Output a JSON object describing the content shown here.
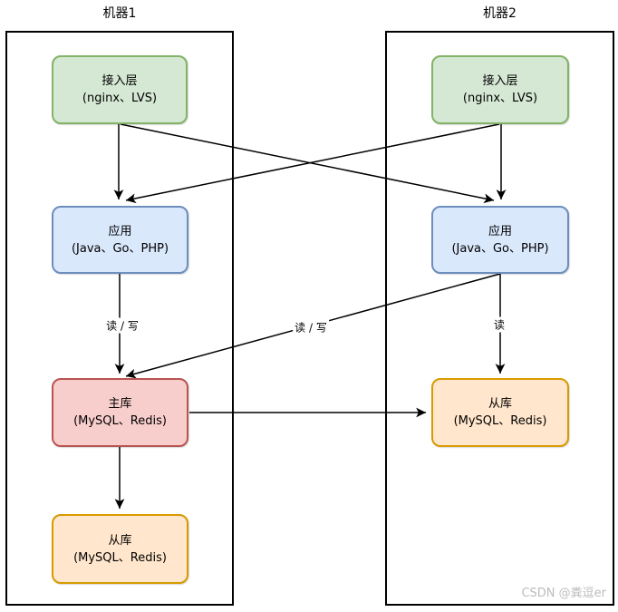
{
  "diagram": {
    "machine1": {
      "title": "机器1",
      "nodes": {
        "access": {
          "name": "接入层",
          "stack": "(nginx、LVS)"
        },
        "app": {
          "name": "应用",
          "stack": "(Java、Go、PHP)"
        },
        "master": {
          "name": "主库",
          "stack": "(MySQL、Redis)"
        },
        "slave": {
          "name": "从库",
          "stack": "(MySQL、Redis)"
        }
      }
    },
    "machine2": {
      "title": "机器2",
      "nodes": {
        "access": {
          "name": "接入层",
          "stack": "(nginx、LVS)"
        },
        "app": {
          "name": "应用",
          "stack": "(Java、Go、PHP)"
        },
        "slave": {
          "name": "从库",
          "stack": "(MySQL、Redis)"
        }
      }
    },
    "edge_labels": {
      "m1_app_to_m1_master": "读 / 写",
      "m2_app_to_m1_master": "读 / 写",
      "m2_app_to_m2_slave": "读"
    },
    "colors": {
      "access_fill": "#d5e8d4",
      "access_stroke": "#82b366",
      "app_fill": "#dae8fc",
      "app_stroke": "#6c8ebf",
      "master_fill": "#f8cecc",
      "master_stroke": "#b85450",
      "slave_fill": "#ffe6cc",
      "slave_stroke": "#d79b00",
      "line": "#000000"
    },
    "watermark": "CSDN @粪逗er"
  }
}
